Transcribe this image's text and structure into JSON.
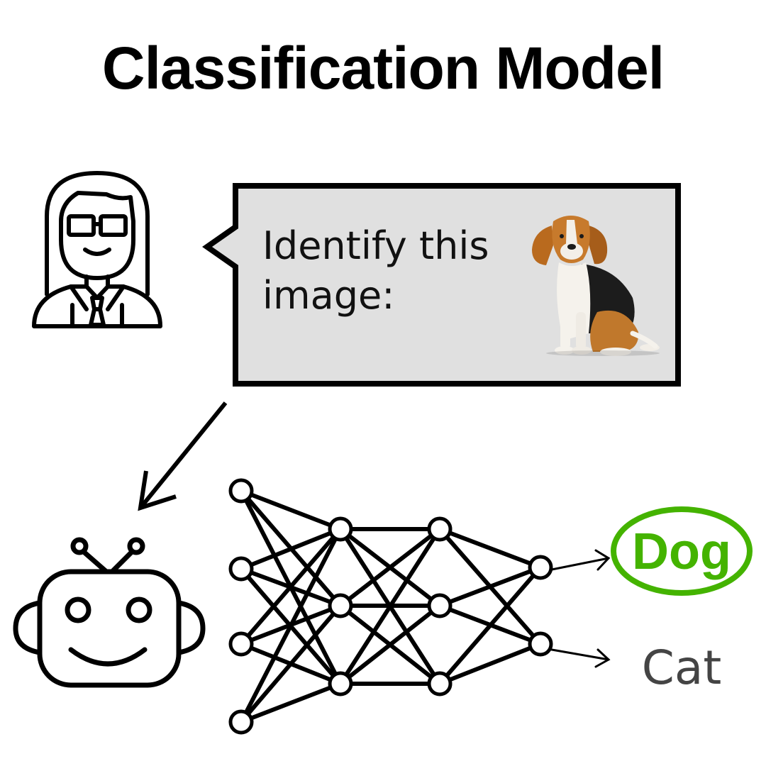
{
  "title": "Classification Model",
  "bubble": {
    "line1": "Identify this",
    "line2": "image:"
  },
  "outputs": {
    "selected": "Dog",
    "other": "Cat"
  },
  "colors": {
    "selected": "#44b300",
    "other": "#444444",
    "bubble_fill": "#e0e0e0",
    "stroke": "#000000"
  },
  "icons": {
    "user": "person-with-glasses-icon",
    "robot": "robot-icon",
    "network": "neural-network-icon",
    "image": "beagle-dog-photo"
  }
}
